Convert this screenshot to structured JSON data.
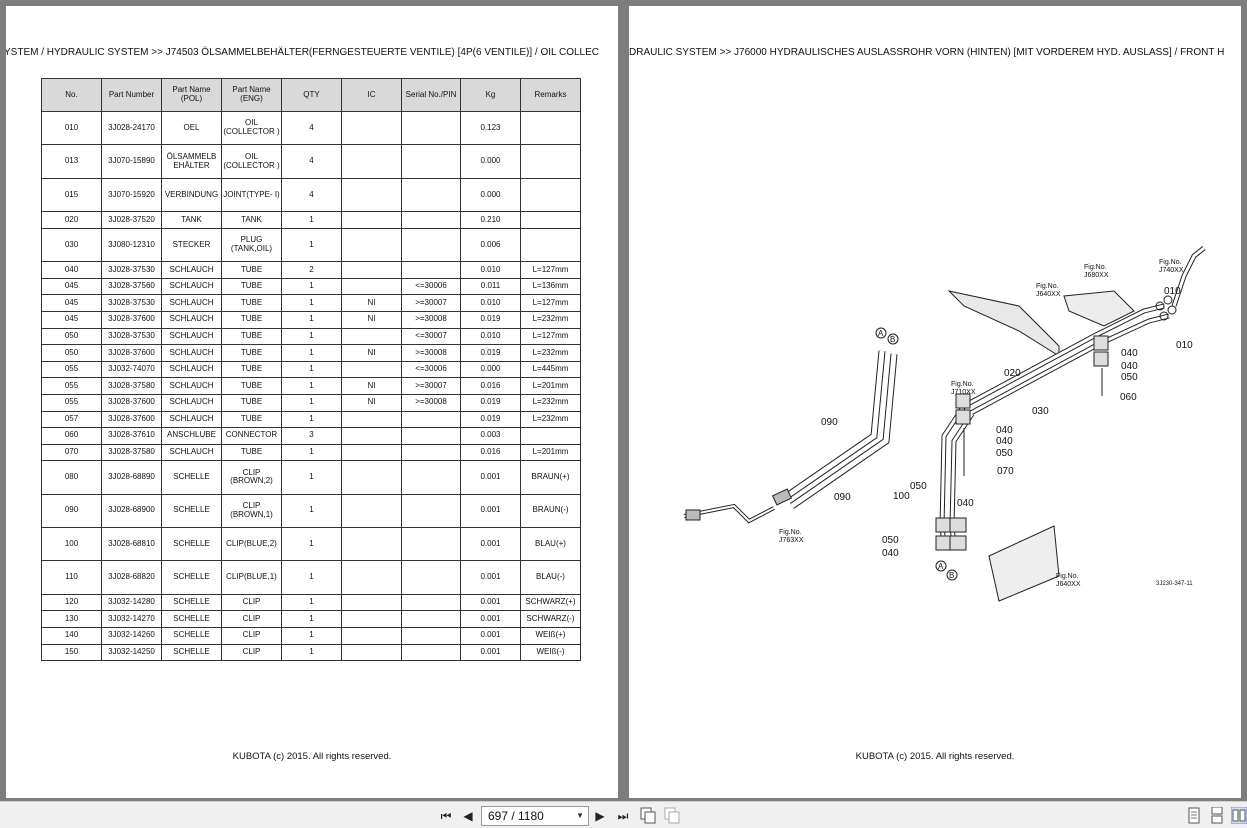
{
  "left_page": {
    "breadcrumb": "YSTEM / HYDRAULIC SYSTEM >> J74503   ÖLSAMMELBEHÄLTER(FERNGESTEUERTE VENTILE) [4P(6 VENTILE)] / OIL COLLEC",
    "footer": "KUBOTA (c) 2015. All rights reserved.",
    "table": {
      "headers": [
        "No.",
        "Part Number",
        "Part Name (POL)",
        "Part Name (ENG)",
        "QTY",
        "IC",
        "Serial No./PIN",
        "Kg",
        "Remarks"
      ],
      "rows": [
        [
          "010",
          "3J028-24170",
          "OEL",
          "OIL (COLLECTOR )",
          "4",
          "",
          "",
          "0.123",
          ""
        ],
        [
          "013",
          "3J070-15890",
          "ÖLSAMMELB EHÄLTER",
          "OIL (COLLECTOR )",
          "4",
          "",
          "",
          "0.000",
          ""
        ],
        [
          "015",
          "3J070-15920",
          "VERBINDUNG",
          "JOINT(TYPE- I)",
          "4",
          "",
          "",
          "0.000",
          ""
        ],
        [
          "020",
          "3J028-37520",
          "TANK",
          "TANK",
          "1",
          "",
          "",
          "0.210",
          ""
        ],
        [
          "030",
          "3J080-12310",
          "STECKER",
          "PLUG (TANK,OIL)",
          "1",
          "",
          "",
          "0.006",
          ""
        ],
        [
          "040",
          "3J028-37530",
          "SCHLAUCH",
          "TUBE",
          "2",
          "",
          "",
          "0.010",
          "L=127mm"
        ],
        [
          "045",
          "3J028-37560",
          "SCHLAUCH",
          "TUBE",
          "1",
          "",
          "<=30006",
          "0.011",
          "L=136mm"
        ],
        [
          "045",
          "3J028-37530",
          "SCHLAUCH",
          "TUBE",
          "1",
          "NI",
          ">=30007",
          "0.010",
          "L=127mm"
        ],
        [
          "045",
          "3J028-37600",
          "SCHLAUCH",
          "TUBE",
          "1",
          "NI",
          ">=30008",
          "0.019",
          "L=232mm"
        ],
        [
          "050",
          "3J028-37530",
          "SCHLAUCH",
          "TUBE",
          "1",
          "",
          "<=30007",
          "0.010",
          "L=127mm"
        ],
        [
          "050",
          "3J028-37600",
          "SCHLAUCH",
          "TUBE",
          "1",
          "NI",
          ">=30008",
          "0.019",
          "L=232mm"
        ],
        [
          "055",
          "3J032-74070",
          "SCHLAUCH",
          "TUBE",
          "1",
          "",
          "<=30006",
          "0.000",
          "L=445mm"
        ],
        [
          "055",
          "3J028-37580",
          "SCHLAUCH",
          "TUBE",
          "1",
          "NI",
          ">=30007",
          "0.016",
          "L=201mm"
        ],
        [
          "055",
          "3J028-37600",
          "SCHLAUCH",
          "TUBE",
          "1",
          "NI",
          ">=30008",
          "0.019",
          "L=232mm"
        ],
        [
          "057",
          "3J028-37600",
          "SCHLAUCH",
          "TUBE",
          "1",
          "",
          "",
          "0.019",
          "L=232mm"
        ],
        [
          "060",
          "3J028-37610",
          "ANSCHLUBE",
          "CONNECTOR",
          "3",
          "",
          "",
          "0.003",
          ""
        ],
        [
          "070",
          "3J028-37580",
          "SCHLAUCH",
          "TUBE",
          "1",
          "",
          "",
          "0.016",
          "L=201mm"
        ],
        [
          "080",
          "3J028-68890",
          "SCHELLE",
          "CLIP (BROWN,2)",
          "1",
          "",
          "",
          "0.001",
          "BRAUN(+)"
        ],
        [
          "090",
          "3J028-68900",
          "SCHELLE",
          "CLIP (BROWN,1)",
          "1",
          "",
          "",
          "0.001",
          "BRAUN(-)"
        ],
        [
          "100",
          "3J028-68810",
          "SCHELLE",
          "CLIP(BLUE,2)",
          "1",
          "",
          "",
          "0.001",
          "BLAU(+)"
        ],
        [
          "110",
          "3J028-68820",
          "SCHELLE",
          "CLIP(BLUE,1)",
          "1",
          "",
          "",
          "0.001",
          "BLAU(-)"
        ],
        [
          "120",
          "3J032-14280",
          "SCHELLE",
          "CLIP",
          "1",
          "",
          "",
          "0.001",
          "SCHWARZ(+)"
        ],
        [
          "130",
          "3J032-14270",
          "SCHELLE",
          "CLIP",
          "1",
          "",
          "",
          "0.001",
          "SCHWARZ(-)"
        ],
        [
          "140",
          "3J032-14260",
          "SCHELLE",
          "CLIP",
          "1",
          "",
          "",
          "0.001",
          "WEIß(+)"
        ],
        [
          "150",
          "3J032-14250",
          "SCHELLE",
          "CLIP",
          "1",
          "",
          "",
          "0.001",
          "WEIß(-)"
        ]
      ]
    }
  },
  "right_page": {
    "breadcrumb": "DRAULIC SYSTEM >> J76000    HYDRAULISCHES AUSLASSROHR VORN (HINTEN) [MIT VORDEREM HYD. AUSLASS] / FRONT H",
    "footer": "KUBOTA (c) 2015. All rights reserved.",
    "diagram": {
      "fig_labels": [
        {
          "line1": "Fig.No.",
          "line2": "J740XX"
        },
        {
          "line1": "Fig.No.",
          "line2": "J680XX"
        },
        {
          "line1": "Fig.No.",
          "line2": "J640XX"
        },
        {
          "line1": "Fig.No.",
          "line2": "J710XX"
        },
        {
          "line1": "Fig.No.",
          "line2": "J763XX"
        },
        {
          "line1": "Fig.No.",
          "line2": "J640XX"
        }
      ],
      "callouts": [
        "010",
        "010",
        "040",
        "040",
        "050",
        "060",
        "020",
        "030",
        "040",
        "040",
        "050",
        "070",
        "090",
        "090",
        "050",
        "100",
        "040",
        "050",
        "040"
      ],
      "markers": [
        "A",
        "B",
        "A",
        "B"
      ],
      "drawing_code": "3J230-347-11"
    }
  },
  "toolbar": {
    "page_indicator": "697 / 1180",
    "first_icon": "first-page-icon",
    "prev_icon": "previous-page-icon",
    "next_icon": "next-page-icon",
    "last_icon": "last-page-icon"
  }
}
